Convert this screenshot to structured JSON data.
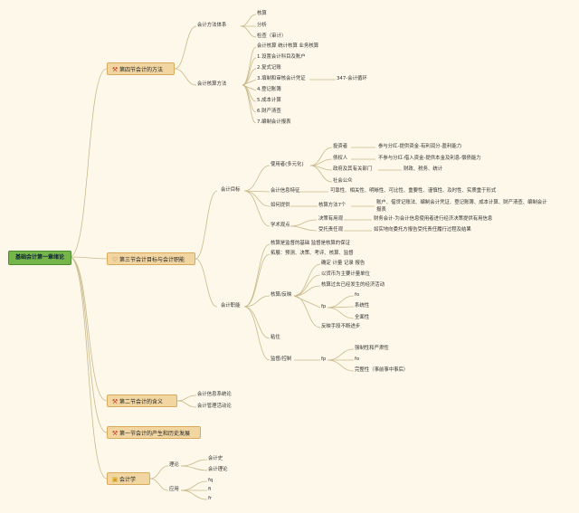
{
  "root": "基础会计第一章绪论",
  "sections": [
    {
      "title": "第四节会计的方法",
      "icon": "tools-icon",
      "groups": [
        {
          "label": "会计方法体系",
          "items": [
            "核算",
            "分析",
            "检查（审计）"
          ]
        },
        {
          "label": "会计核算方法",
          "items": [
            "会计核算 统计核算 业务核算",
            "1.设置会计科目及账户",
            "2.复式记账",
            "3.填制和审核会计凭证",
            "4.登记账簿",
            "5.成本计算",
            "6.财产清查",
            "7.编制会计报表"
          ],
          "note": "347-会计循环"
        }
      ]
    },
    {
      "title": "第三节会计目标与会计职能",
      "icon": "heart-icon",
      "goal": {
        "label": "会计目标",
        "users": {
          "label": "使用者(多元化)",
          "items": [
            {
              "label": "投资者",
              "detail": "参与分红-提供资金-有利润分-盈利能力"
            },
            {
              "label": "债权人",
              "detail": "不参与分红-借入资金-提供本金及利息-偿债能力"
            },
            {
              "label": "政府及其有关部门",
              "detail": "财政、税务、统计"
            },
            {
              "label": "社会公众",
              "detail": ""
            }
          ]
        },
        "quality": {
          "label": "会计信息特征",
          "detail": "可靠性、相关性、明晰性、可比性、重要性、谨慎性、及时性、实质重于形式"
        },
        "how": {
          "label": "如何提供",
          "sub": "核算方法7个",
          "detail1": "账户、借贷记账法、编制会计凭证、登记账簿、成本计算、财产清查、编制会计",
          "detail2": "报表"
        },
        "school": {
          "label": "学术观点",
          "items": [
            {
              "label": "决策有用观",
              "detail": "财务会计-为会计信息使用者进行经济决策提供有用信息"
            },
            {
              "label": "受托责任观",
              "detail": "如实地向委托方报告受托责任履行过程及结果"
            }
          ]
        }
      },
      "function": {
        "label": "会计职能",
        "lines": [
          "核算是监督的基础 监督是核算的保证",
          "拓展：预测、决策、考评、核算、监督"
        ],
        "accounting": {
          "label": "核算/反映",
          "items": [
            "确定 计量 记录 报告",
            "以货币为主要计量单位",
            "核算过去已经发生的经济活动"
          ],
          "fp": {
            "label": "fp",
            "items": [
              "fo",
              "系统性",
              "全面性"
            ]
          },
          "last": "反映手段不断进步"
        },
        "supervise": {
          "label": "监督/控制",
          "note": "粘住",
          "fp": {
            "label": "fp",
            "items": [
              "强制性和严肃性",
              "fo",
              "完整性（事前事中事后）"
            ]
          }
        }
      }
    },
    {
      "title": "第二节会计的含义",
      "icon": "tools-icon",
      "items": [
        "会计信息系统论",
        "会计管理活动论"
      ]
    },
    {
      "title": "第一节会计的产生和历史发展",
      "icon": "tools-icon",
      "items": []
    },
    {
      "title": "会计学",
      "icon": "folder-icon",
      "groups": [
        {
          "label": "理论",
          "items": [
            "会计史",
            "会计理论"
          ]
        },
        {
          "label": "应用",
          "items": [
            "fq",
            "fi",
            "fr"
          ]
        }
      ]
    }
  ],
  "colors": {
    "background": "#fdf8ea",
    "line": "#c9b98a",
    "root": "#74b64a",
    "section": "#f1d6a2"
  }
}
